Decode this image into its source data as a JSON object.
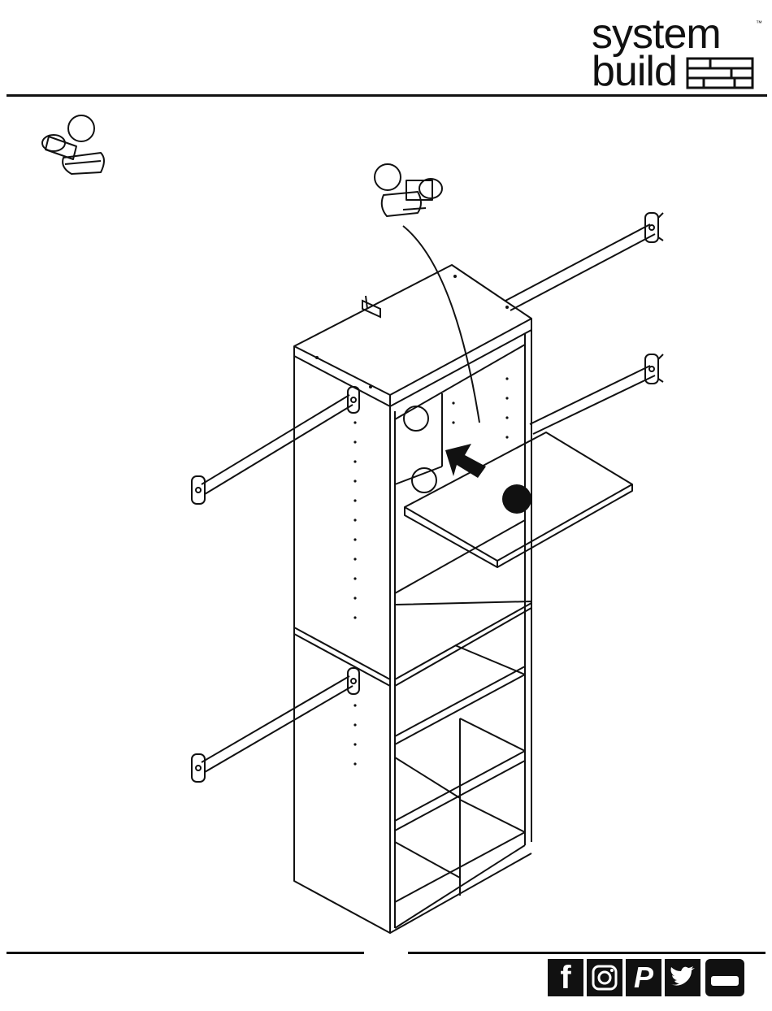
{
  "brand": {
    "line1": "system",
    "line2": "build",
    "trademark": "™"
  },
  "social_icons": [
    {
      "name": "facebook",
      "glyph": "f"
    },
    {
      "name": "instagram",
      "glyph": ""
    },
    {
      "name": "pinterest",
      "glyph": "P"
    },
    {
      "name": "twitter",
      "glyph": ""
    },
    {
      "name": "youtube",
      "glyph": ""
    }
  ],
  "colors": {
    "ink": "#111111",
    "paper": "#ffffff"
  }
}
